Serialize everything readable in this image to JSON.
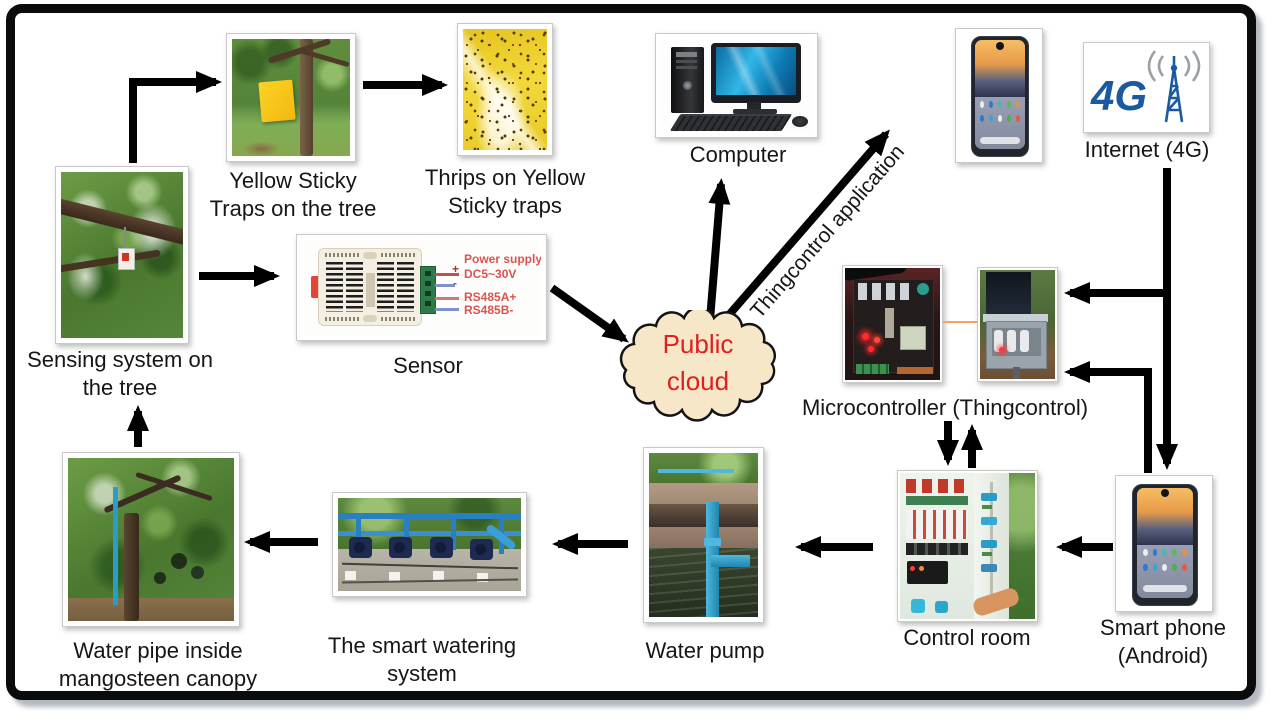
{
  "figure": {
    "cloud": {
      "line1": "Public",
      "line2": "cloud"
    },
    "flow_label": "Thingcontrol application",
    "sensing": {
      "line1": "Sensing system on",
      "line2": "the tree"
    },
    "traps": {
      "line1": "Yellow Sticky",
      "line2": "Traps on the tree"
    },
    "thrips": {
      "line1": "Thrips on Yellow",
      "line2": "Sticky traps"
    },
    "sensor": {
      "label": "Sensor",
      "power": "Power supply",
      "dc": "DC5~30V",
      "rs_a": "RS485A+",
      "rs_b": "RS485B-",
      "plus": "+",
      "minus": "-"
    },
    "computer": {
      "label": "Computer"
    },
    "internet": {
      "label": "Internet (4G)",
      "logo_text": "4G"
    },
    "micro": {
      "label": "Microcontroller (Thingcontrol)"
    },
    "control": {
      "label": "Control room"
    },
    "phone": {
      "line1": "Smart phone",
      "line2": "(Android)"
    },
    "pump": {
      "label": "Water pump"
    },
    "watering": {
      "line1": "The smart watering",
      "line2": "system"
    },
    "pipe": {
      "line1": "Water pipe inside",
      "line2": "mangosteen canopy"
    },
    "colors": {
      "cloud_fill": "#f6e7c8",
      "cloud_text": "#e02020",
      "sensor_annotation": "#d9534f",
      "logo_blue": "#1a5aa0",
      "arrow": "#000000"
    }
  }
}
